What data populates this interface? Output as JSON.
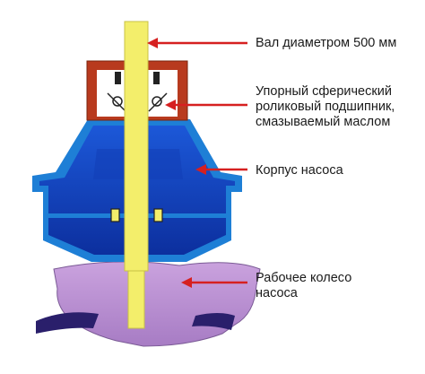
{
  "labels": {
    "shaft": "Вал диаметром 500 мм",
    "bearing": "Упорный сферический\nроликовый подшипник,\nсмазываемый маслом",
    "housing": "Корпус насоса",
    "impeller": "Рабочее колесо\nнасоса"
  },
  "colors": {
    "shaft": "#f3ee6b",
    "bearing_block": "#b83a1e",
    "housing_outline": "#1e7fd6",
    "housing_fill": "#0f3fc0",
    "impeller": "#c59bd9",
    "arrow": "#d62020"
  }
}
